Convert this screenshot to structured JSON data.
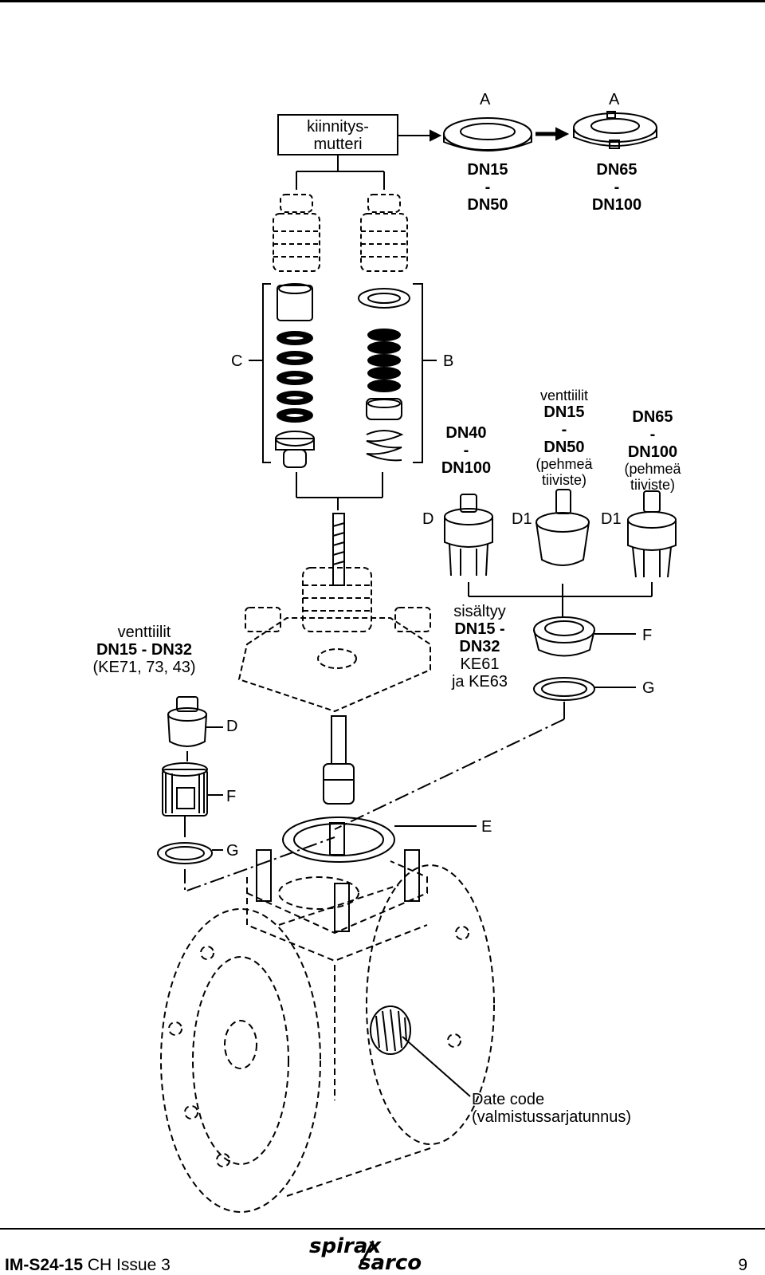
{
  "labels": {
    "box_line1": "kiinnitys-",
    "box_line2": "mutteri",
    "A": "A",
    "B": "B",
    "C": "C",
    "D": "D",
    "D1": "D1",
    "E": "E",
    "F": "F",
    "G": "G",
    "nut_small": [
      "DN15",
      "-",
      "DN50"
    ],
    "nut_large": [
      "DN65",
      "-",
      "DN100"
    ],
    "dn40": [
      "DN40",
      "-",
      "DN100"
    ],
    "soft15": [
      "venttiilit",
      "DN15",
      "-",
      "DN50",
      "(pehmeä",
      "tiiviste)"
    ],
    "soft65": [
      "DN65",
      "-",
      "DN100",
      "(pehmeä",
      "tiiviste)"
    ],
    "included": [
      "sisältyy",
      "DN15 -",
      "DN32",
      "KE61",
      "ja KE63"
    ],
    "left_valves": [
      "venttiilit",
      "DN15 - DN32",
      "(KE71, 73, 43)"
    ],
    "date_code": [
      "Date code",
      "(valmistussarjatunnus)"
    ]
  },
  "footer": {
    "doc_code": "IM-S24-15",
    "issue": "CH Issue 3",
    "brand_word1": "spirax",
    "brand_word2": "sarco",
    "page": "9"
  }
}
